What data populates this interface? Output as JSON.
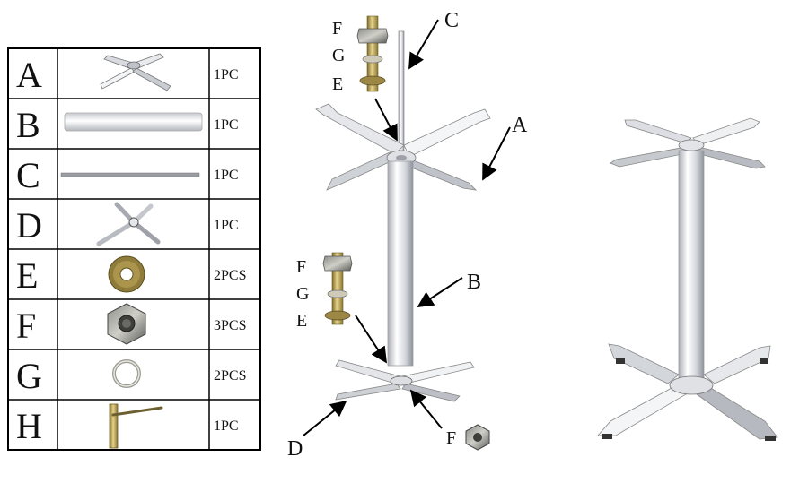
{
  "parts_table": {
    "rows": [
      {
        "letter": "A",
        "qty": "1PC",
        "icon": "cross-top-base-icon"
      },
      {
        "letter": "B",
        "qty": "1PC",
        "icon": "column-tube-icon"
      },
      {
        "letter": "C",
        "qty": "1PC",
        "icon": "threaded-rod-icon"
      },
      {
        "letter": "D",
        "qty": "1PC",
        "icon": "cross-plate-icon"
      },
      {
        "letter": "E",
        "qty": "2PCS",
        "icon": "washer-icon"
      },
      {
        "letter": "F",
        "qty": "3PCS",
        "icon": "hex-nut-icon"
      },
      {
        "letter": "G",
        "qty": "2PCS",
        "icon": "ring-washer-icon"
      },
      {
        "letter": "H",
        "qty": "1PC",
        "icon": "wrench-tool-icon"
      }
    ]
  },
  "diagram_labels": {
    "top_stack": [
      "F",
      "G",
      "E"
    ],
    "rod": "C",
    "top_base": "A",
    "column": "B",
    "bottom_stack": [
      "F",
      "G",
      "E"
    ],
    "bottom_plate": "D",
    "bottom_nut": "F"
  },
  "colors": {
    "line": "#000000",
    "metal_light": "#f4f4f6",
    "metal_mid": "#c9ccd2",
    "metal_dark": "#8d9098",
    "brass": "#b6a055"
  }
}
